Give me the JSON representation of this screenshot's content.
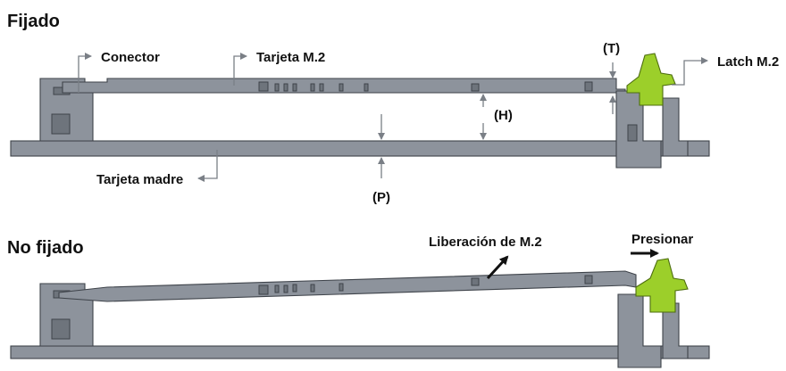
{
  "sections": {
    "fixed": {
      "title": "Fijado",
      "labels": {
        "connector": "Conector",
        "m2_card": "Tarjeta M.2",
        "latch": "Latch M.2",
        "motherboard": "Tarjeta madre",
        "t": "(T)",
        "h": "(H)",
        "p": "(P)"
      }
    },
    "unfixed": {
      "title": "No fijado",
      "labels": {
        "release": "Liberación de M.2",
        "press": "Presionar"
      }
    }
  },
  "colors": {
    "pcb": "#8d939c",
    "outline": "#3e434a",
    "latch": "#9ccf2a",
    "leader": "#7a7f86"
  }
}
